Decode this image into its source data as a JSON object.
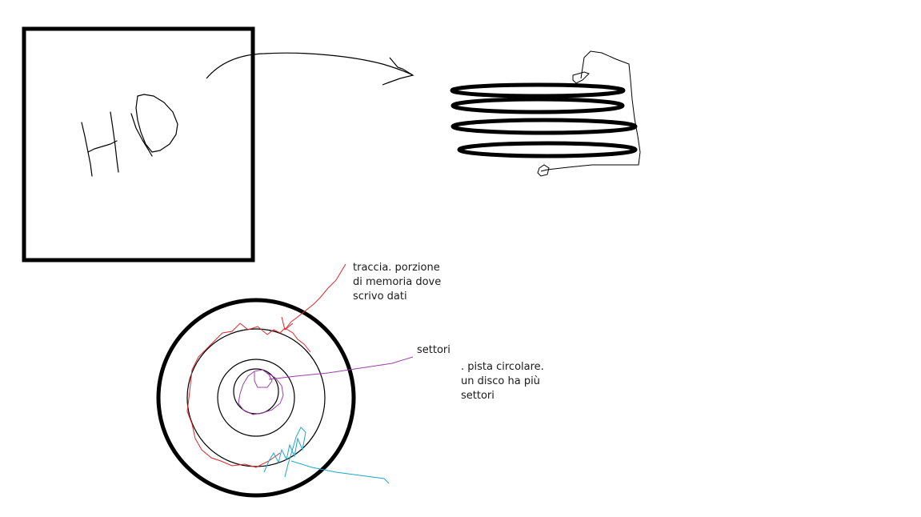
{
  "drawing": {
    "hd_sketch_text": "HD",
    "annotations": {
      "traccia": [
        "traccia. porzione",
        "di memoria dove",
        "scrivo dati"
      ],
      "settori": [
        "settori"
      ],
      "pista": [
        ". pista circolare.",
        "un disco ha più",
        "settori"
      ]
    }
  },
  "colors": {
    "stroke": "#000000",
    "track_annotation": "#e0262b",
    "sector_annotation": "#9b3fa8",
    "pista_annotation": "#1aa6d1"
  }
}
